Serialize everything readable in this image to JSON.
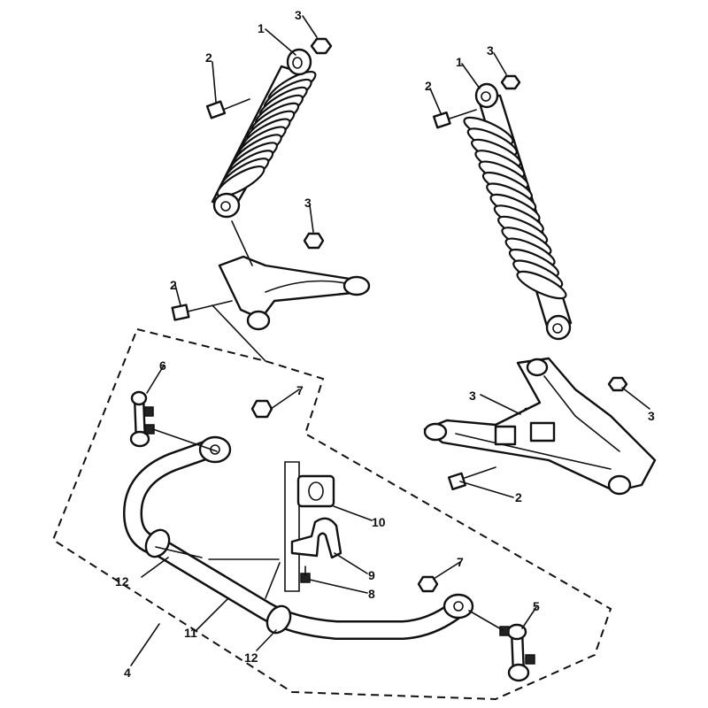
{
  "callouts": {
    "c1a": "1",
    "c1b": "1",
    "c2a": "2",
    "c2b": "2",
    "c2c": "2",
    "c2d": "2",
    "c3a": "3",
    "c3b": "3",
    "c3c": "3",
    "c3d": "3",
    "c3e": "3",
    "c4": "4",
    "c5": "5",
    "c6": "6",
    "c7a": "7",
    "c7b": "7",
    "c8": "8",
    "c9": "9",
    "c10": "10",
    "c11": "11",
    "c12a": "12",
    "c12b": "12"
  },
  "colors": {
    "ink": "#111111",
    "paper": "#ffffff"
  }
}
